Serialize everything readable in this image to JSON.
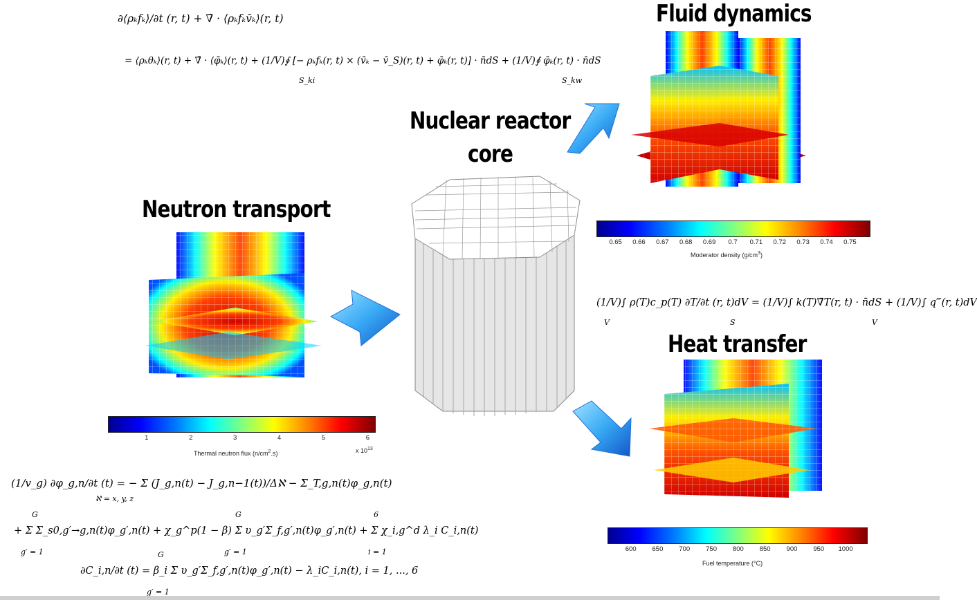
{
  "labels": {
    "fluid_dynamics": "Fluid dynamics",
    "core_line1": "Nuclear reactor",
    "core_line2": "core",
    "neutron_transport": "Neutron transport",
    "heat_transfer": "Heat transfer"
  },
  "equations": {
    "fluid_line1": "∂⟨ρₖfₖ⟩/∂t (r, t) + ∇̄ · ⟨ρₖfₖv̄ₖ⟩(r, t)",
    "fluid_line2": "= ⟨ρₖθₖ⟩(r, t) + ∇̄ · ⟨φ̄ₖ⟩(r, t) + (1/V)∮ [− ρₖfₖ(r, t) × (v̄ₖ − v̄_S)(r, t) + φ̄ₖ(r, t)] · n̄dS + (1/V)∮ φ̄ₖ(r, t) · n̄dS",
    "fluid_sub1": "S_ki",
    "fluid_sub2": "S_kw",
    "heat": "(1/V)∫ ρ(T)c_p(T) ∂T/∂t (r, t)dV = (1/V)∫ k(T)∇̄T(r, t) · n̄dS + (1/V)∫ q‴(r, t)dV",
    "heat_sub_v1": "V",
    "heat_sub_s": "S",
    "heat_sub_v2": "V",
    "neutron_line1": "(1/v_g) ∂φ_g,n/∂t (t) = − Σ (J_g,n(t) − J_g,n−1(t))/Δℵ − Σ_T,g,n(t)φ_g,n(t)",
    "neutron_sum1_sub": "ℵ = x, y, z",
    "neutron_sup_G1": "G",
    "neutron_sup_G2": "G",
    "neutron_sup_6": "6",
    "neutron_line2": "+ Σ Σ_s0,g′→g,n(t)φ_g′,n(t) + χ_g^p(1 − β) Σ υ_g′Σ_f,g′,n(t)φ_g′,n(t) + Σ χ_i,g^d λ_i C_i,n(t)",
    "neutron_sub_g1": "g′ = 1",
    "neutron_sub_g2": "g′ = 1",
    "neutron_sub_i": "i = 1",
    "neutron_sup_G3": "G",
    "precursor_line": "∂C_i,n/∂t (t) = β_i Σ υ_g′Σ_f,g′,n(t)φ_g′,n(t) − λ_iC_i,n(t), i = 1, ..., 6",
    "precursor_sub": "g′ = 1"
  },
  "colorbars": {
    "moderator": {
      "label": "Moderator density (g/cm",
      "label_sup": "3",
      "label_end": ")",
      "ticks": [
        "0.65",
        "0.66",
        "0.67",
        "0.68",
        "0.69",
        "0.7",
        "0.71",
        "0.72",
        "0.73",
        "0.74",
        "0.75"
      ]
    },
    "thermal": {
      "label": "Thermal neutron flux (n/cm",
      "label_sup": "2",
      "label_end": ".s)",
      "ticks": [
        "1",
        "2",
        "3",
        "4",
        "5",
        "6"
      ],
      "multiplier": "x 10",
      "multiplier_exp": "13"
    },
    "fuel": {
      "label": "Fuel temperature (°C)",
      "ticks": [
        "600",
        "650",
        "700",
        "750",
        "800",
        "850",
        "900",
        "950",
        "1000"
      ]
    }
  },
  "colors": {
    "arrow_light": "#7fd4ff",
    "arrow_dark": "#1e6fd9",
    "core_fill": "#e8e8e8",
    "core_line": "#9a9a9a"
  }
}
